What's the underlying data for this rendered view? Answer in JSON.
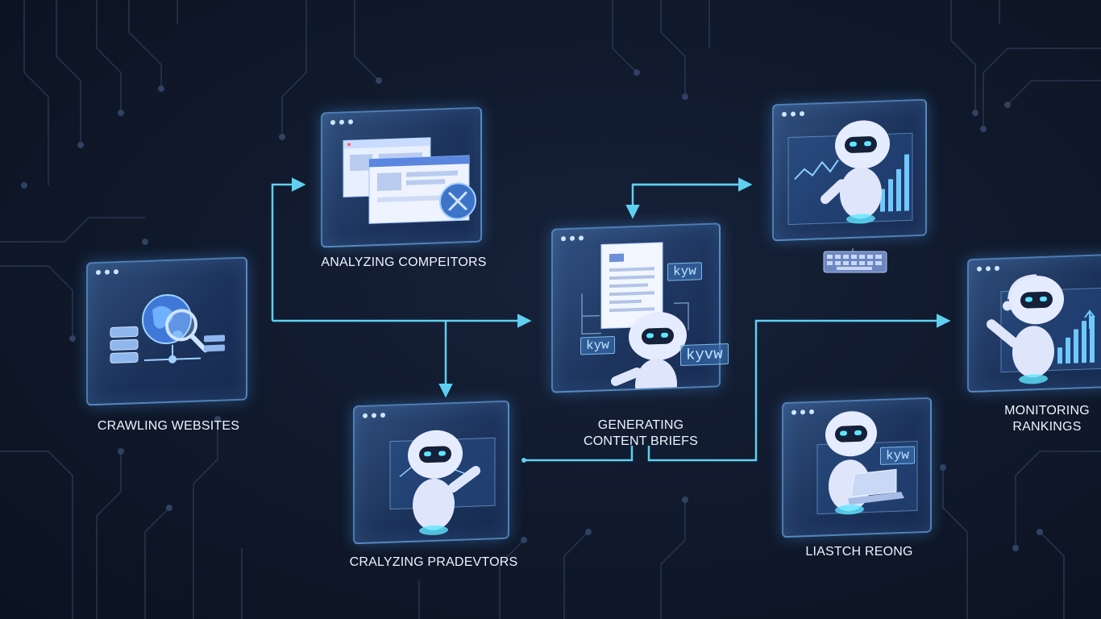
{
  "steps": {
    "crawling": {
      "label": "CRAWLING WEBSITES"
    },
    "analyzing": {
      "label": "ANALYZING COMPEITORS"
    },
    "cralyzing": {
      "label": "CRALYZING PRADEVTORS"
    },
    "generating": {
      "line1": "GENERATING",
      "line2": "CONTENT BRIEFS"
    },
    "liastch": {
      "label": "LIASTCH REONG"
    },
    "monitoring": {
      "line1": "MONITORING",
      "line2": "RANKINGS"
    }
  },
  "tags": {
    "gen_top": "kyw",
    "gen_left": "kyw",
    "gen_right": "kyvw",
    "liastch": "kyw"
  },
  "colors": {
    "connector": "#5fd0f0",
    "panel_border": "#78beff",
    "robot_eye": "#5fe6ff"
  }
}
